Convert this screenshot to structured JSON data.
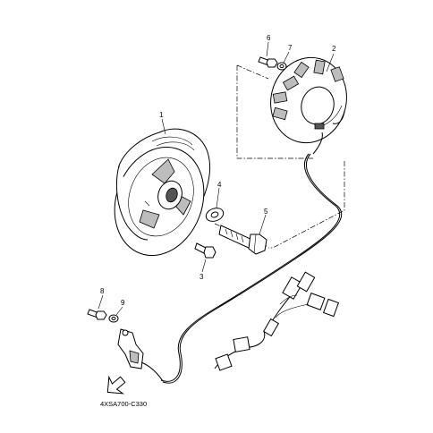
{
  "diagram_code": "4XSA700-C330",
  "callouts": [
    {
      "id": "c1",
      "label": "1"
    },
    {
      "id": "c2",
      "label": "2"
    },
    {
      "id": "c3",
      "label": "3"
    },
    {
      "id": "c4",
      "label": "4"
    },
    {
      "id": "c5",
      "label": "5"
    },
    {
      "id": "c6",
      "label": "6"
    },
    {
      "id": "c7",
      "label": "7"
    },
    {
      "id": "c8",
      "label": "8"
    },
    {
      "id": "c9",
      "label": "9"
    }
  ],
  "colors": {
    "line": "#000000",
    "shade": "#bdbdbd",
    "background": "#ffffff"
  }
}
